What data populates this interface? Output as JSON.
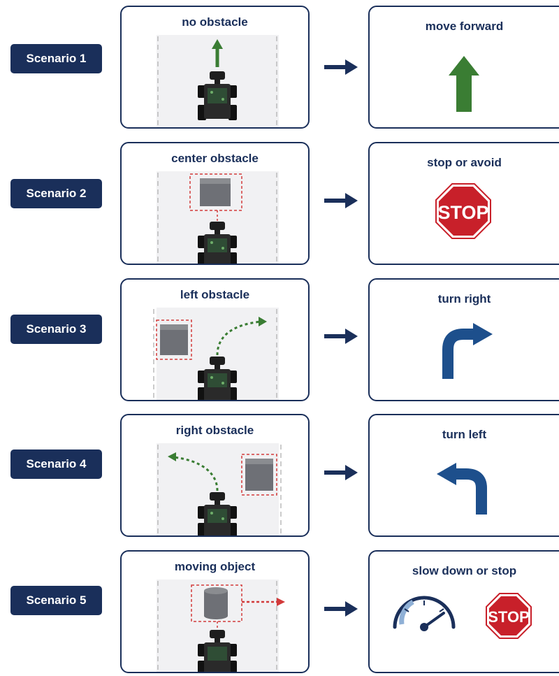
{
  "scenarios": [
    {
      "label": "Scenario 1",
      "condition": "no obstacle",
      "action": "move forward",
      "action_icon": "up-arrow-icon"
    },
    {
      "label": "Scenario 2",
      "condition": "center obstacle",
      "action": "stop or avoid",
      "action_icon": "stop-sign-icon",
      "stop_text": "STOP"
    },
    {
      "label": "Scenario 3",
      "condition": "left obstacle",
      "action": "turn right",
      "action_icon": "turn-right-arrow-icon"
    },
    {
      "label": "Scenario 4",
      "condition": "right obstacle",
      "action": "turn left",
      "action_icon": "turn-left-arrow-icon"
    },
    {
      "label": "Scenario 5",
      "condition": "moving object",
      "action": "slow down or stop",
      "action_icon": "speedometer-icon",
      "stop_text": "STOP"
    }
  ],
  "colors": {
    "navy": "#1a2f5a",
    "green": "#3a7d33",
    "red": "#c8202a",
    "blue": "#1d4f8c",
    "box": "#6e7076",
    "dash_red": "#d23a3a"
  }
}
